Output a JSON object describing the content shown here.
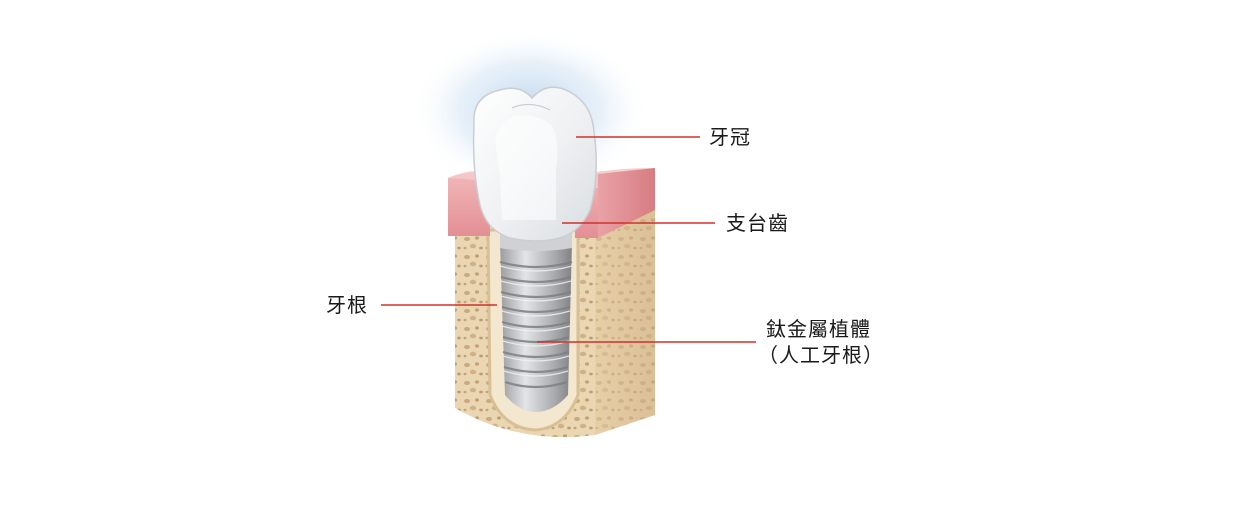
{
  "labels": {
    "crown": "牙冠",
    "abutment": "支台齒",
    "root": "牙根",
    "implant_line1": "鈦金屬植體",
    "implant_line2": "（人工牙根）"
  },
  "colors": {
    "leader_line": "#d0312d",
    "gum": "#e8a3a6",
    "bone": "#ecd9b8",
    "implant": "#b9bbbd",
    "crown": "#f4f4f4",
    "glow": "#cfe2f2"
  }
}
